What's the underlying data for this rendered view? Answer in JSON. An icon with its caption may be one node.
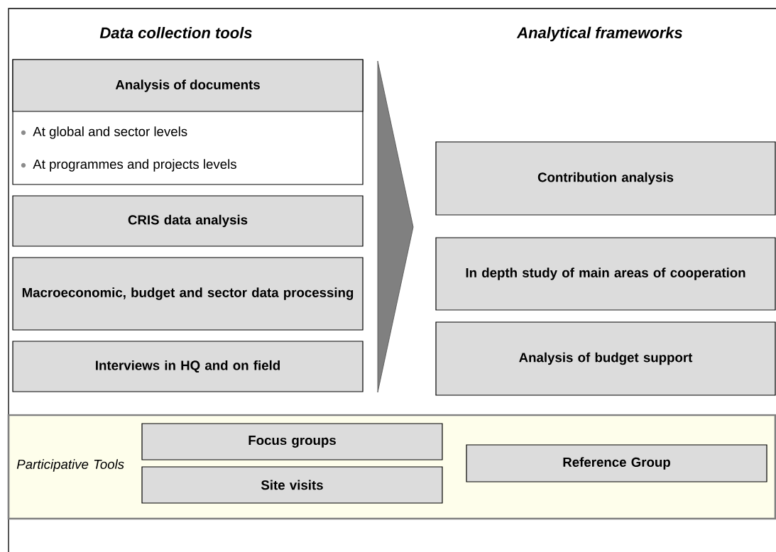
{
  "diagram": {
    "nodes": [
      {
        "text": [
          "Analysis of documents",
          "At global and sector levels",
          "At programmes and projects levels"
        ]
      },
      {
        "text": [
          "CRIS data analysis"
        ]
      },
      {
        "text": [
          "Macroeconomic, budget and sector data processing"
        ]
      },
      {
        "text": [
          "Interviews in HQ and on field"
        ]
      },
      {
        "text": [
          "Contribution analysis"
        ]
      },
      {
        "text": [
          "In depth study of main areas of cooperation"
        ]
      },
      {
        "text": [
          "Analysis of budget support"
        ]
      },
      {
        "text": [
          "Participative Tools"
        ]
      },
      {
        "text": [
          "Focus groups"
        ],
        "in": 7
      },
      {
        "text": [
          "Site visits"
        ],
        "in": 7
      },
      {
        "text": [
          "Reference Group"
        ],
        "in": 7
      }
    ],
    "labels": [
      "Data collection tools",
      "Analytical frameworks"
    ]
  }
}
